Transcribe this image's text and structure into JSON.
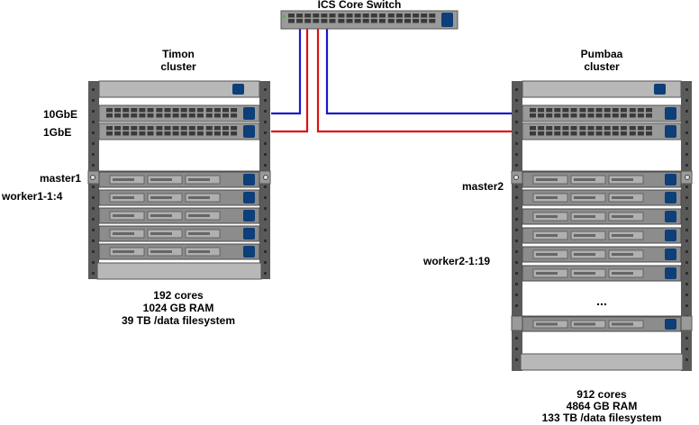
{
  "switch": {
    "title": "ICS Core Switch"
  },
  "timon": {
    "title_line1": "Timon",
    "title_line2": "cluster",
    "port_10g_label": "10GbE",
    "port_1g_label": "1GbE",
    "master_label": "master1",
    "worker_label": "worker1-1:4",
    "spec_cores": "192 cores",
    "spec_ram": "1024 GB RAM",
    "spec_storage": "39 TB /data filesystem"
  },
  "pumbaa": {
    "title_line1": "Pumbaa",
    "title_line2": "cluster",
    "master_label": "master2",
    "worker_label": "worker2-1:19",
    "ellipsis": "...",
    "spec_cores": "912 cores",
    "spec_ram": "4864 GB RAM",
    "spec_storage": "133 TB /data filesystem"
  },
  "colors": {
    "link_10gbe": "#1a1acc",
    "link_1gbe": "#dd1111",
    "rack_frame": "#5a5a5a",
    "unit_face": "#8c8c8c",
    "port_button": "#0d3f78"
  }
}
